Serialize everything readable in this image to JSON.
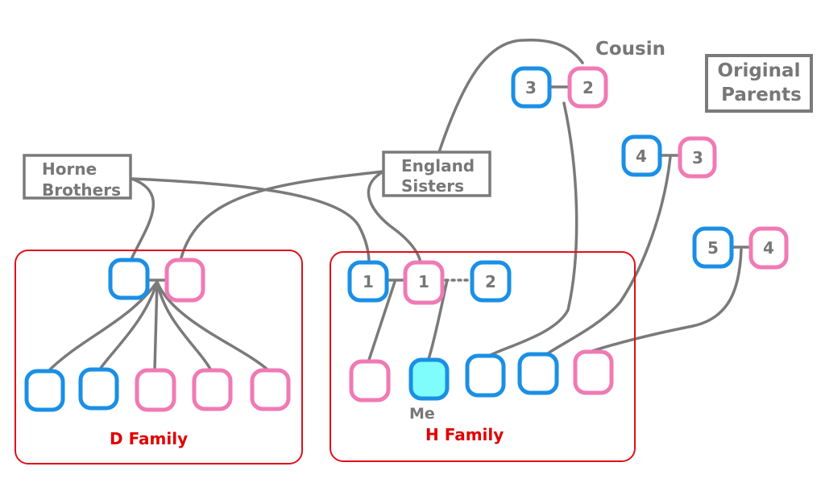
{
  "colors": {
    "male": "#1a8fe6",
    "female": "#f07ab4",
    "me_fill": "#7ffcfc",
    "connector": "#7a7a7a",
    "family_box": "#e0101a",
    "label_gray": "#777777",
    "family_label": "#e00000"
  },
  "labels": {
    "cousin": "Cousin",
    "original_parents_line1": "Original",
    "original_parents_line2": "Parents",
    "horne_line1": "Horne",
    "horne_line2": "Brothers",
    "england_line1": "England",
    "england_line2": "Sisters",
    "me": "Me"
  },
  "families": {
    "d_family": "D Family",
    "h_family": "H Family"
  },
  "people": {
    "cousin_father": "3",
    "cousin_mother": "2",
    "parents_row1_father": "4",
    "parents_row1_mother": "3",
    "parents_row2_father": "5",
    "parents_row2_mother": "4",
    "h_father": "1",
    "h_mother": "1",
    "h_second_spouse": "2"
  }
}
